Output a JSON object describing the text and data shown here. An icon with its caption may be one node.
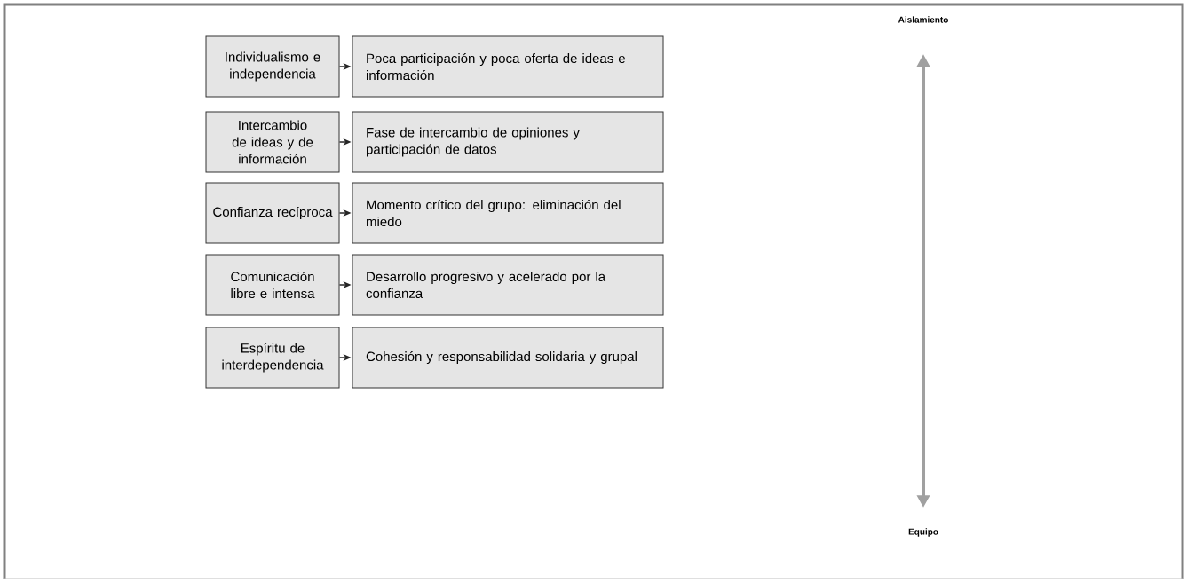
{
  "diagram": {
    "nodes": [
      {
        "text": [
          "Individualismo e independencia"
        ]
      },
      {
        "text": [
          "Poca participación y poca oferta de ideas e información"
        ]
      },
      {
        "text": [
          "Intercambio de ideas y de información"
        ]
      },
      {
        "text": [
          "Fase de intercambio de opiniones y participación de datos"
        ]
      },
      {
        "text": [
          "Confianza recíproca"
        ]
      },
      {
        "text": [
          "Momento crítico del grupo: eliminación del miedo"
        ]
      },
      {
        "text": [
          "Comunicación libre e intensa"
        ]
      },
      {
        "text": [
          "Desarrollo progresivo y acelerado por la confianza"
        ]
      },
      {
        "text": [
          "Espíritu de interdependencia"
        ]
      },
      {
        "text": [
          "Cohesión y responsabilidad solidaria y grupal"
        ]
      },
      {
        "text": [
          "Aislamiento"
        ]
      },
      {
        "text": [
          "Equipo"
        ]
      }
    ],
    "edges": [
      {
        "from": 0,
        "to": 1,
        "arrow": "to"
      },
      {
        "from": 2,
        "to": 3,
        "arrow": "to"
      },
      {
        "from": 4,
        "to": 5,
        "arrow": "to"
      },
      {
        "from": 6,
        "to": 7,
        "arrow": "to"
      },
      {
        "from": 8,
        "to": 9,
        "arrow": "to"
      },
      {
        "from": 10,
        "to": 11,
        "arrow": "both",
        "style": "thick",
        "color": "#a0a0a0"
      }
    ]
  }
}
